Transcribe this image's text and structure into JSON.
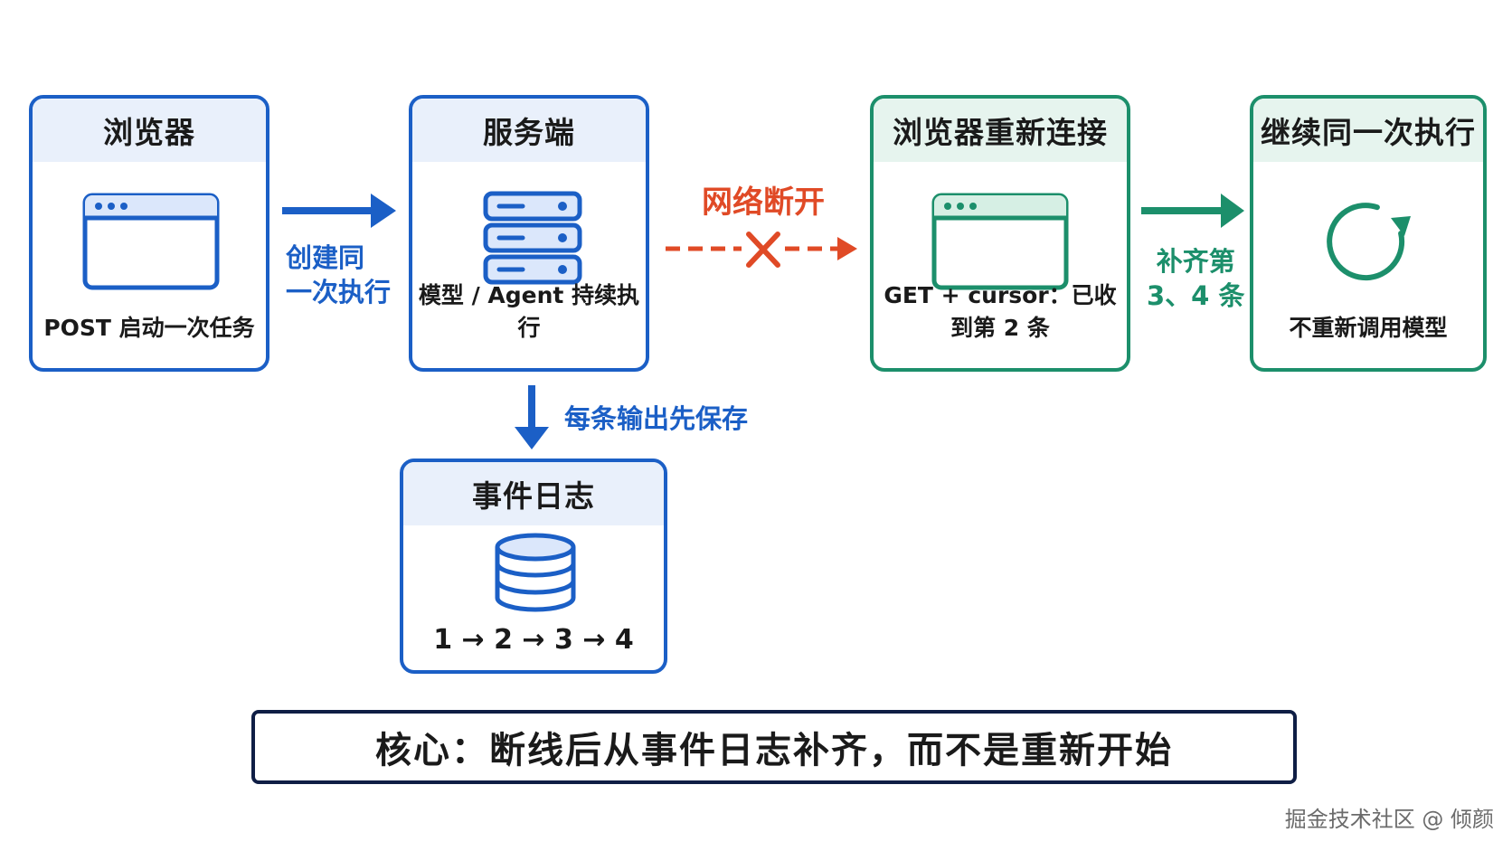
{
  "boxes": {
    "browser": {
      "title": "浏览器",
      "caption": "POST 启动一次任务"
    },
    "server": {
      "title": "服务端",
      "caption": "模型 / Agent 持续执行"
    },
    "reconnect": {
      "title": "浏览器重新连接",
      "caption": "GET + cursor：已收到第 2 条"
    },
    "continue": {
      "title": "继续同一次执行",
      "caption": "不重新调用模型"
    },
    "eventlog": {
      "title": "事件日志",
      "caption": "1 → 2 → 3 → 4"
    }
  },
  "arrows": {
    "create": [
      "创建同",
      "一次执行"
    ],
    "disconnect": "网络断开",
    "save": "每条输出先保存",
    "fill": [
      "补齐第",
      "3、4 条"
    ]
  },
  "core": "核心：断线后从事件日志补齐，而不是重新开始",
  "watermark": "掘金技术社区 @ 倾颜",
  "colors": {
    "blue": "#1b5fc6",
    "green": "#1c8f6b",
    "red": "#e04a26",
    "navy": "#0f1e45"
  }
}
